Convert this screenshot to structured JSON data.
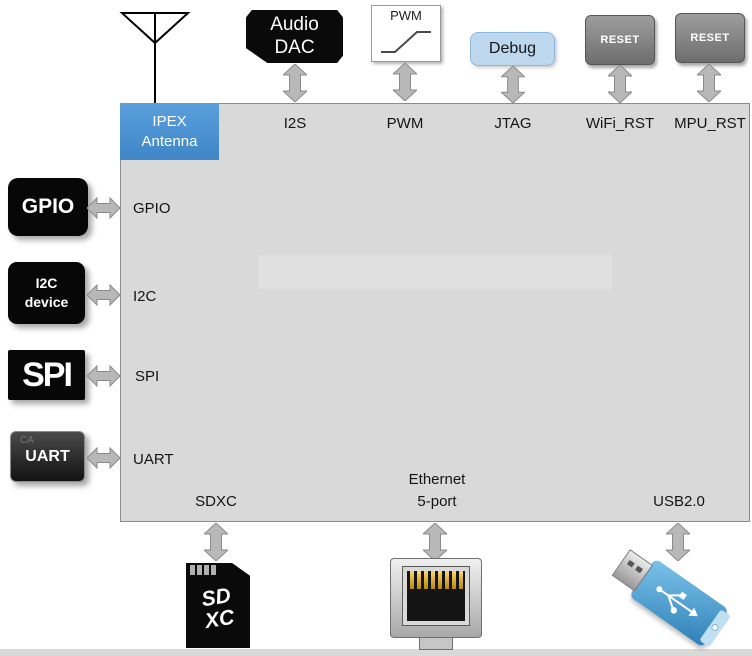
{
  "board": {
    "ipex_antenna": {
      "line1": "IPEX",
      "line2": "Antenna"
    },
    "top_ports": [
      {
        "label": "I2S"
      },
      {
        "label": "PWM"
      },
      {
        "label": "JTAG"
      },
      {
        "label": "WiFi_RST"
      },
      {
        "label": "MPU_RST"
      }
    ],
    "left_ports": [
      {
        "label": "GPIO"
      },
      {
        "label": "I2C"
      },
      {
        "label": "SPI"
      },
      {
        "label": "UART"
      }
    ],
    "bottom_ports": {
      "sdxc": {
        "label": "SDXC"
      },
      "ethernet": {
        "line1": "Ethernet",
        "line2": "5-port"
      },
      "usb": {
        "label": "USB2.0"
      }
    }
  },
  "peripherals": {
    "audio_dac": {
      "line1": "Audio",
      "line2": "DAC"
    },
    "pwm_module": {
      "label": "PWM"
    },
    "debug_probe": {
      "label": "Debug"
    },
    "wifi_reset_button": {
      "label": "RESET"
    },
    "mpu_reset_button": {
      "label": "RESET"
    },
    "gpio_device": {
      "label": "GPIO"
    },
    "i2c_device": {
      "line1": "I2C",
      "line2": "device"
    },
    "spi_device": {
      "label": "SPI"
    },
    "uart_device": {
      "label": "UART",
      "watermark": "CA"
    },
    "sd_card": {
      "line1": "SD",
      "line2": "XC"
    }
  },
  "colors": {
    "board_fill": "#d9d9d9",
    "ipex_blue": "#4f97d6",
    "debug_blue": "#bdd7ee",
    "arrow_gray": "#b8b8b8"
  }
}
